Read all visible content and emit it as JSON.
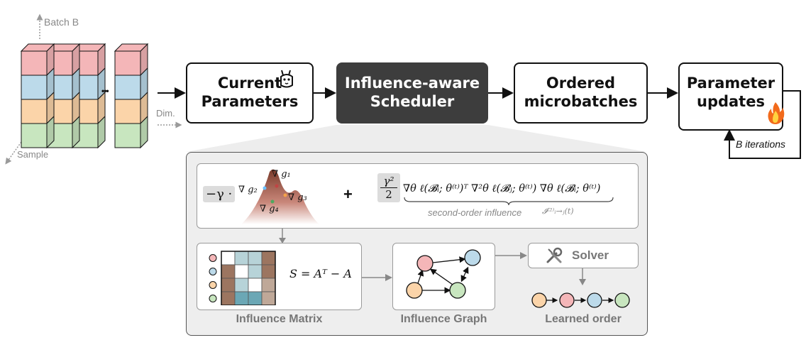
{
  "axes": {
    "batch": "Batch B",
    "dim": "Dim.",
    "sample": "Sample",
    "ellipsis": "•••"
  },
  "pipeline": {
    "current": [
      "Current",
      "Parameters"
    ],
    "scheduler": [
      "Influence-aware",
      "Scheduler"
    ],
    "ordered": [
      "Ordered",
      "microbatches"
    ],
    "updates": [
      "Parameter",
      "updates"
    ],
    "iterations": "B iterations"
  },
  "formula": {
    "neg_gamma": "−γ ·",
    "g1": "∇ g₁",
    "g2": "∇ g₂",
    "g3": "∇ g₃",
    "g4": "∇ g₄",
    "plus": "+",
    "coef_num": "γ²",
    "coef_den": "2",
    "second_order": "∇θ ℓ(𝓑ᵢ; θ⁽ᵗ⁾)ᵀ ∇²θ ℓ(𝓑ⱼ; θ⁽ᵗ⁾) ∇θ ℓ(𝓑ᵢ; θ⁽ᵗ⁾)",
    "brace_label": "second-order influence",
    "influence_symbol": "𝓘⁽²⁾ᵢ→ⱼ(t)"
  },
  "matrix": {
    "equation": "S = Aᵀ − A",
    "caption": "Influence Matrix"
  },
  "graph": {
    "caption": "Influence Graph"
  },
  "solver": {
    "label": "Solver",
    "caption": "Learned order"
  },
  "colors": {
    "pink": "#f4b6b8",
    "blue": "#bcdaea",
    "orange": "#fbd4a9",
    "green": "#c8e6bf",
    "teal": "#6ba7b5",
    "brown": "#9c7560",
    "dark_box": "#3d3d3d",
    "panel": "#eeeeee"
  },
  "icons": [
    "llama-icon",
    "fire-icon",
    "tools-icon"
  ]
}
